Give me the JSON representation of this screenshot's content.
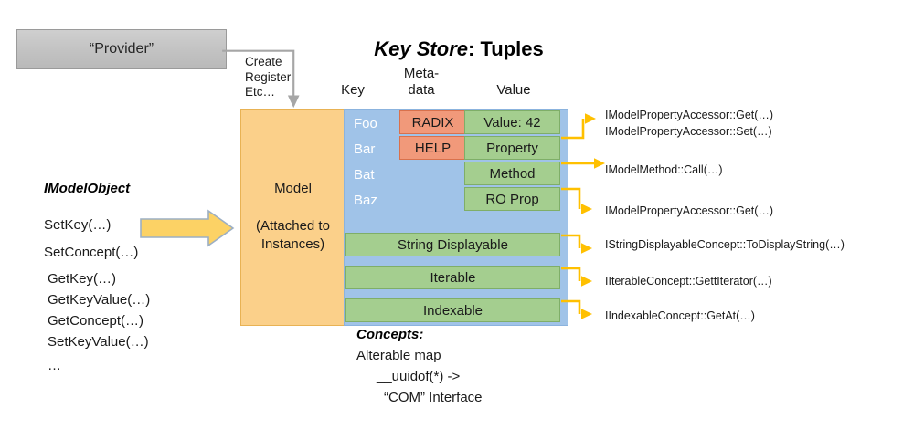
{
  "provider": {
    "label": "“Provider”",
    "connector_label": "Create\nRegister\nEtc…",
    "connector_lines": [
      "Create",
      "Register",
      "Etc…"
    ]
  },
  "title": {
    "emphasis": "Key Store",
    "rest": ": Tuples",
    "full": "Key Store: Tuples"
  },
  "columns": {
    "key": "Key",
    "metadata_line1": "Meta-",
    "metadata_line2": "data",
    "value": "Value"
  },
  "model": {
    "label": "Model",
    "sub_line1": "(Attached to",
    "sub_line2": "Instances)"
  },
  "keys": [
    "Foo",
    "Bar",
    "Bat",
    "Baz"
  ],
  "metadata": [
    "RADIX",
    "HELP"
  ],
  "values": [
    "Value: 42",
    "Property",
    "Method",
    "RO Prop"
  ],
  "concept_bars": [
    "String Displayable",
    "Iterable",
    "Indexable"
  ],
  "callouts": [
    "IModelPropertyAccessor::Get(…)",
    "IModelPropertyAccessor::Set(…)",
    "IModelMethod::Call(…)",
    "IModelPropertyAccessor::Get(…)",
    "IStringDisplayableConcept::ToDisplayString(…)",
    "IIterableConcept::GettIterator(…)",
    "IIndexableConcept::GetAt(…)"
  ],
  "imodelobject": {
    "title": "IModelObject",
    "methods": [
      "SetKey(…)",
      "SetConcept(…)",
      "GetKey(…)",
      "GetKeyValue(…)",
      "GetConcept(…)",
      "SetKeyValue(…)",
      "…"
    ]
  },
  "concepts": {
    "title": "Concepts:",
    "lines": [
      "Alterable map",
      "__uuidof(*) ->",
      "“COM” Interface"
    ]
  },
  "colors": {
    "provider_gray": "#c2c2c2",
    "model_orange": "#FBD08A",
    "key_blue": "#A0C3E8",
    "metadata_salmon": "#F1997A",
    "value_green": "#A4CE8F",
    "arrow_yellow": "#FFC000",
    "connector_gray": "#A6A6A6"
  }
}
